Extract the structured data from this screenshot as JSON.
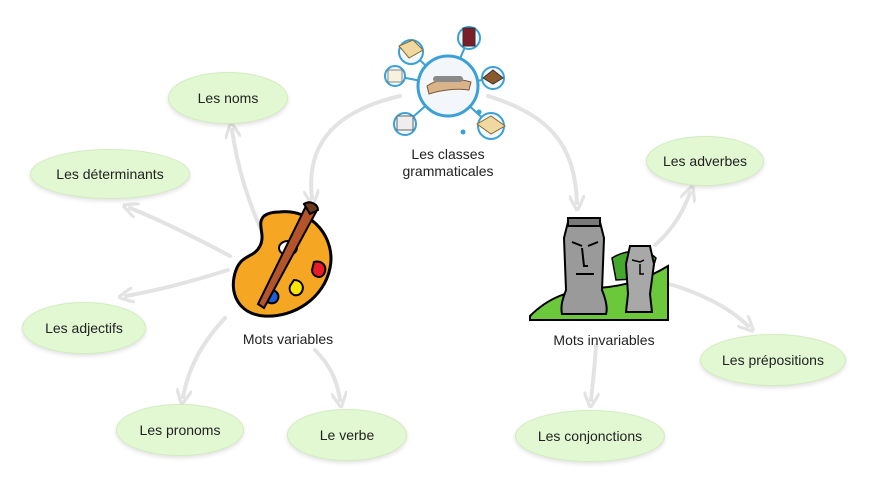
{
  "root": {
    "line1": "Les classes",
    "line2": "grammaticales"
  },
  "variables": {
    "label": "Mots variables",
    "children": {
      "noms": "Les noms",
      "determinants": "Les déterminants",
      "adjectifs": "Les adjectifs",
      "pronoms": "Les pronoms",
      "verbe": "Le verbe"
    }
  },
  "invariables": {
    "label": "Mots invariables",
    "children": {
      "adverbes": "Les adverbes",
      "prepositions": "Les prépositions",
      "conjonctions": "Les conjonctions"
    }
  },
  "colors": {
    "node_fill": "#e2f8d2",
    "connector": "#e3e3e3",
    "hub_accent": "#3aa0d6"
  }
}
